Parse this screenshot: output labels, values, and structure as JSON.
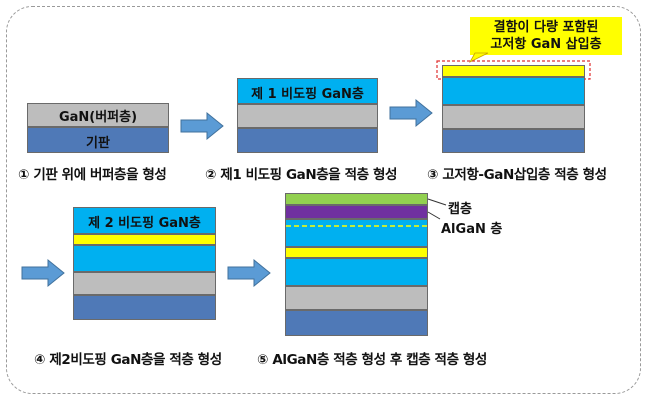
{
  "labels": {
    "gan_buffer": "GaN(버퍼층)",
    "substrate": "기판",
    "first_doped": "제 1 비도핑 GaN층",
    "second_doped": "제 2 비도핑 GaN층",
    "callout_line1": "결함이 다량 포함된",
    "callout_line2": "고저항 GaN 삽입층",
    "cap_layer": "캡층",
    "algan_layer": "AlGaN 층"
  },
  "captions": {
    "step1": "① 기판 위에 버퍼층을 형성",
    "step2": "② 제1 비도핑 GaN층을 적층 형성",
    "step3": "③ 고저항-GaN삽입층 적층 형성",
    "step4": "④ 제2비도핑 GaN층을 적층 형성",
    "step5": "⑤ AlGaN층 적층 형성 후 캡층 적층 형성"
  },
  "colors": {
    "substrate": "#4f79b7",
    "buffer": "#bdbdbd",
    "undoped_gan": "#00b0f0",
    "insertion_layer": "#ffff00",
    "algan": "#7030a0",
    "cap": "#92d050",
    "arrow": "#5b9bd5"
  },
  "icons": [
    "right-arrow-icon"
  ]
}
